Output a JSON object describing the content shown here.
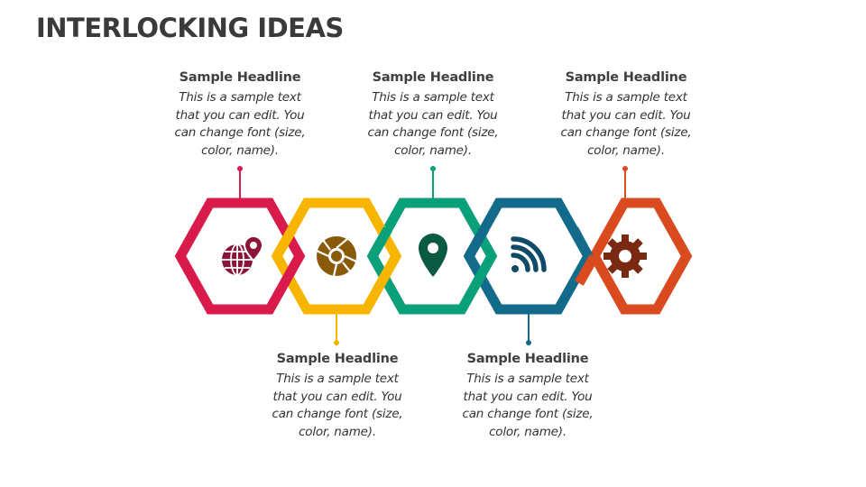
{
  "title": "INTERLOCKING IDEAS",
  "items": [
    {
      "headline": "Sample Headline",
      "text": "This is a sample text that you can edit. You can change font (size, color, name).",
      "color": "#d81b4a",
      "icon": "globe-pin-icon"
    },
    {
      "headline": "Sample Headline",
      "text": "This is a sample text that you can edit. You can change font (size, color, name).",
      "color": "#f7b500",
      "icon": "camera-aperture-icon"
    },
    {
      "headline": "Sample Headline",
      "text": "This is a sample text that you can edit. You can change font (size, color, name).",
      "color": "#0aa07a",
      "icon": "map-pin-icon"
    },
    {
      "headline": "Sample Headline",
      "text": "This is a sample text that you can edit. You can change font (size, color, name).",
      "color": "#136b8c",
      "icon": "rss-feed-icon"
    },
    {
      "headline": "Sample Headline",
      "text": "This is a sample text that you can edit. You can change font (size, color, name).",
      "color": "#d94a1e",
      "icon": "gear-icon"
    }
  ]
}
